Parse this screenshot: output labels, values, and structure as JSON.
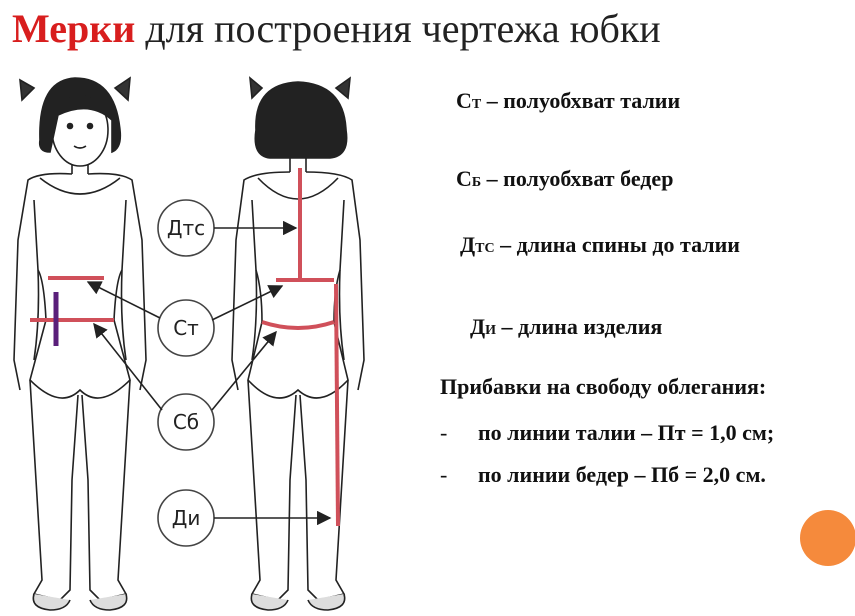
{
  "title": {
    "accent": "Мерки",
    "rest": "для построения чертежа юбки"
  },
  "legend": [
    {
      "sym": "С",
      "sub": "Т",
      "dash": " – ",
      "text": "полуобхват талии"
    },
    {
      "sym": "С",
      "sub": "Б",
      "dash": " – ",
      "text": "полуобхват бедер"
    },
    {
      "sym": "Д",
      "sub": "ТС",
      "dash": " – ",
      "text": "длина спины до талии"
    },
    {
      "sym": "Д",
      "sub": "И",
      "dash": " – ",
      "text": "длина изделия"
    }
  ],
  "allowances": {
    "title": "Прибавки на свободу облегания:",
    "items": [
      {
        "bullet": "-",
        "text": "по линии талии – Пт = 1,0 см;"
      },
      {
        "bullet": "-",
        "text": "по линии бедер – Пб = 2,0 см."
      }
    ]
  },
  "callouts": {
    "dts": "Дтс",
    "st": "Ст",
    "sb": "Сб",
    "di": "Ди"
  },
  "colors": {
    "title_accent": "#d81e1e",
    "measure_line": "#d0505a",
    "front_marker": "#5a1f7a",
    "deco_circle": "#f58a3c"
  }
}
